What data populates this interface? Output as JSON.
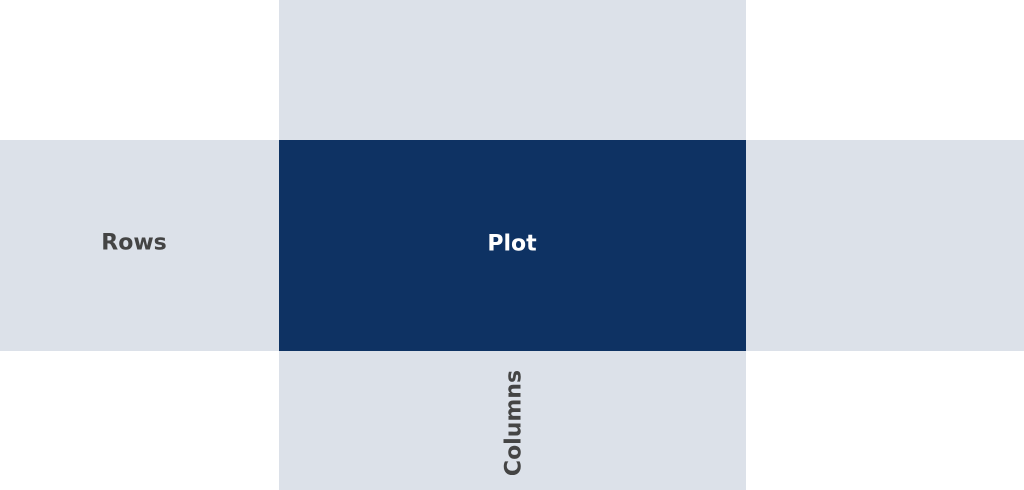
{
  "layout_regions": {
    "top": {
      "label": ""
    },
    "rows": {
      "label": "Rows"
    },
    "plot": {
      "label": "Plot"
    },
    "right": {
      "label": ""
    },
    "columns": {
      "label": "Columns"
    }
  },
  "colors": {
    "panel_light": "#dce1e9",
    "panel_dark": "#0e3263",
    "text_dark": "#444444",
    "text_light": "#ffffff"
  }
}
